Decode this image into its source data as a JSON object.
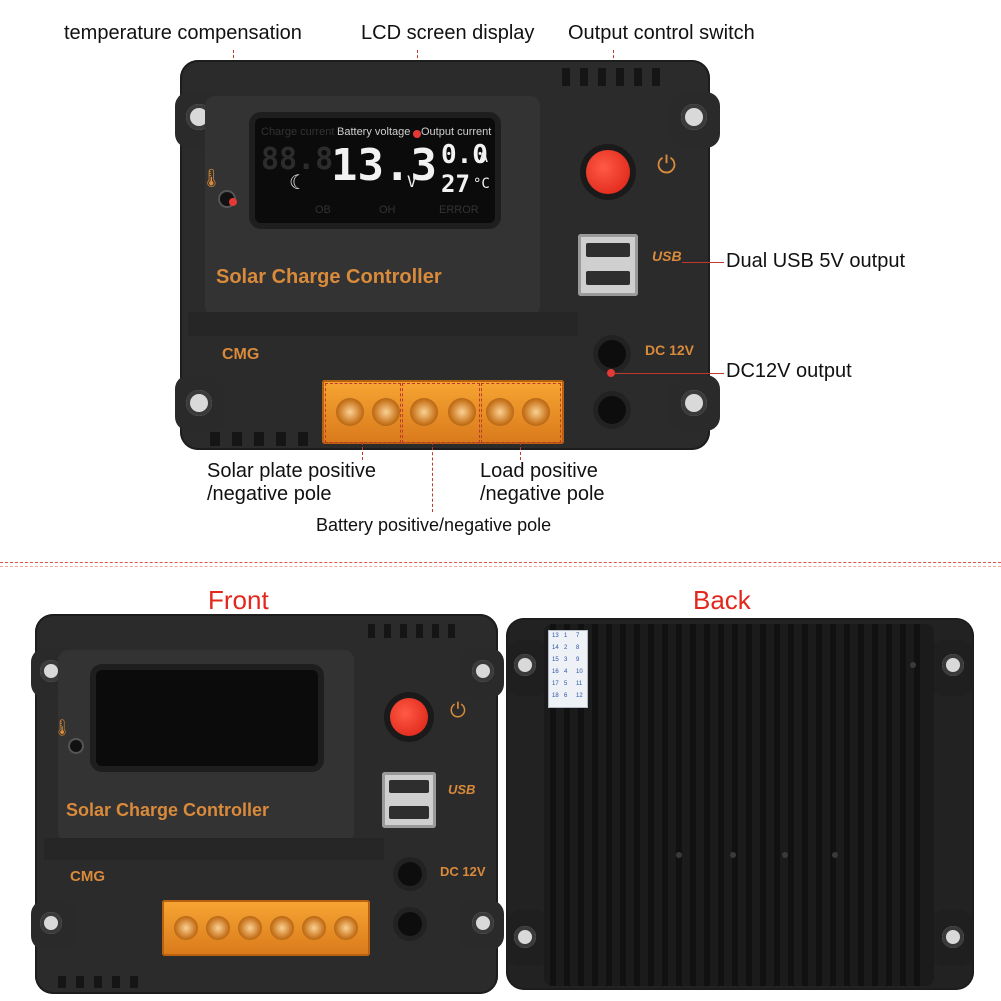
{
  "callouts": {
    "temperature_compensation": "temperature compensation",
    "lcd_screen_display": "LCD screen display",
    "output_control_switch": "Output control switch",
    "dual_usb_output": "Dual USB 5V output",
    "dc12v_output": "DC12V output",
    "solar_plate_pole": "Solar plate positive /negative pole",
    "load_pole": "Load positive /negative pole",
    "battery_pole": "Battery positive/negative pole"
  },
  "views": {
    "front": "Front",
    "back": "Back"
  },
  "device": {
    "title": "Solar Charge Controller",
    "brand": "CMG",
    "usb_label": "USB",
    "dc_label": "DC 12V"
  },
  "lcd": {
    "charge_current_label": "Charge current",
    "battery_voltage_label": "Battery voltage",
    "output_current_label": "Output current",
    "voltage_value": "13.3",
    "voltage_unit": "V",
    "current_value": "0.0",
    "current_unit": "A",
    "temperature_value": "27",
    "temperature_unit": "°C",
    "status_ob": "OB",
    "status_oh": "OH",
    "status_error": "ERROR"
  },
  "back_sticker": {
    "rows": [
      [
        "13",
        "14",
        "15",
        "16",
        "17",
        "18"
      ],
      [
        "1",
        "2",
        "3",
        "4",
        "5",
        "6"
      ],
      [
        "7",
        "8",
        "9",
        "10",
        "11",
        "12"
      ]
    ]
  },
  "colors": {
    "accent_orange": "#d98a3a",
    "heading_red": "#e4271c",
    "leader_red": "#c0392b",
    "body_dark": "#2b2b2b",
    "terminal_orange": "#f0a030"
  },
  "icons": {
    "power": "power-icon",
    "temperature": "thermometer-icon",
    "night": "moon-icon"
  }
}
